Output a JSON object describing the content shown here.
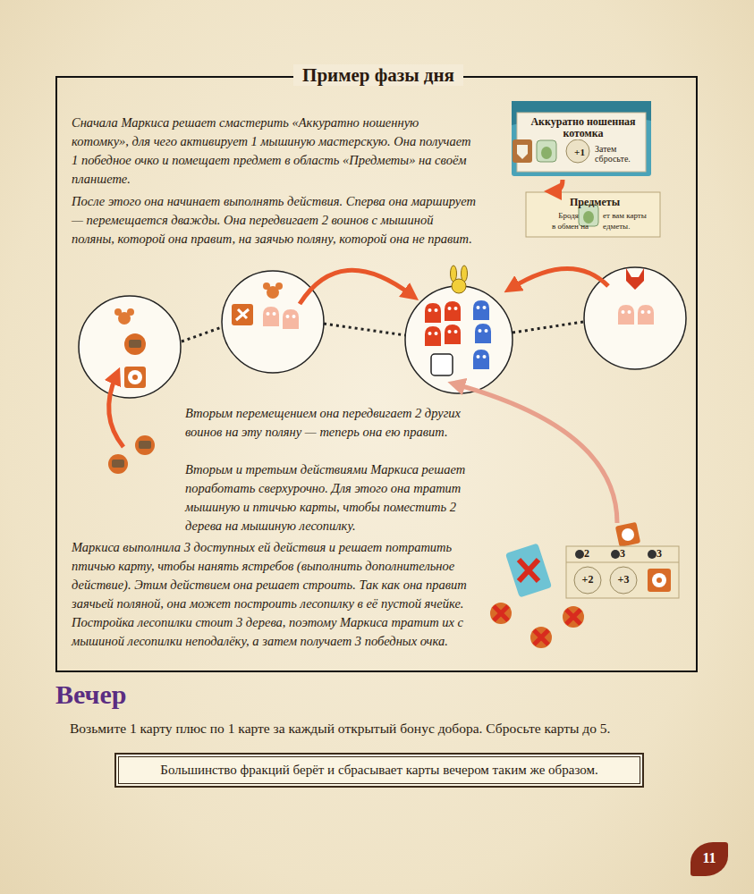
{
  "diagram": {
    "nodes": [
      {
        "text": [
          "Пример фазы дня",
          "Сначала Маркиса решает смастерить «Аккуратно ношенную котомку», для чего активирует 1 мышиную мастерскую. Она получает 1 победное очко и помещает предмет в область «Предметы» на своём планшете.",
          "После этого она начинает выполнять действия. Сперва она марширует — перемещается дважды. Она передвигает 2 воинов с мышиной поляны, которой она правит, на заячью поляну, которой она не правит.",
          "Вторым перемещением она передвигает 2 других воинов на эту поляну — теперь она ею правит.",
          "Вторым и третьим действиями Маркиса решает поработать сверхурочно. Для этого она тратит мышиную и птичью карты, чтобы поместить 2 дерева на мышиную лесопилку.",
          "Маркиса выполнила 3 доступных ей действия и решает потратить птичью карту, чтобы нанять ястребов (выполнить дополнительное действие). Этим действием она решает строить. Так как она правит заячьей поляной, она может построить лесопилку в её пустой ячейке. Постройка лесопилки стоит 3 дерева, поэтому Маркиса тратит их с мышиной лесопилки неподалёку, а затем получает 3 победных очка."
        ]
      },
      {
        "text": [
          "Аккуратно ношенная котомка",
          "+1",
          "Затем сбросьте."
        ],
        "in": 0
      },
      {
        "text": [
          "Предметы",
          "Бродя",
          "ет вам карты",
          "в обмен на",
          "едметы."
        ],
        "in": 0
      },
      {
        "text": [
          "Большинство фракций берёт и сбрасывает карты вечером таким же образом."
        ]
      },
      {
        "text": [
          "11"
        ]
      }
    ],
    "edges": [
      {
        "from": 1,
        "to": 2,
        "arrow": "to"
      }
    ],
    "labels": [
      "2",
      "3",
      "3",
      "+2",
      "+3",
      "Вечер",
      "Возьмите 1 карту плюс по 1 карте за каждый открытый бонус добора. Сбросьте карты до 5."
    ]
  }
}
